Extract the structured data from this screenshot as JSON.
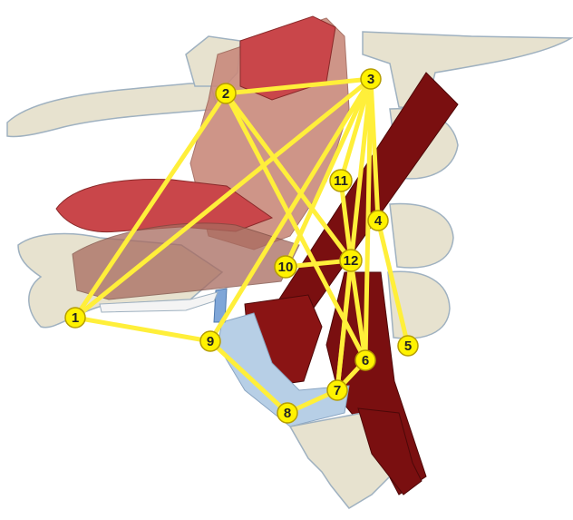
{
  "colors": {
    "bone": "#e7e2cf",
    "bone_edge": "#9fb1c0",
    "muscle": "#b03a3a",
    "muscle_light": "#c98a7c",
    "muscle_dark": "#7a0f10",
    "cartilage": "#b7cfe6",
    "lines": "#ffef3a",
    "node_fill": "#fff200",
    "node_edge": "#b59d00"
  },
  "nodes": [
    {
      "id": "1",
      "label": "1"
    },
    {
      "id": "2",
      "label": "2"
    },
    {
      "id": "3",
      "label": "3"
    },
    {
      "id": "4",
      "label": "4"
    },
    {
      "id": "5",
      "label": "5"
    },
    {
      "id": "6",
      "label": "6"
    },
    {
      "id": "7",
      "label": "7"
    },
    {
      "id": "8",
      "label": "8"
    },
    {
      "id": "9",
      "label": "9"
    },
    {
      "id": "10",
      "label": "10"
    },
    {
      "id": "11",
      "label": "11"
    },
    {
      "id": "12",
      "label": "12"
    }
  ],
  "edges": [
    [
      "1",
      "2"
    ],
    [
      "1",
      "3"
    ],
    [
      "1",
      "9"
    ],
    [
      "2",
      "3"
    ],
    [
      "2",
      "6"
    ],
    [
      "2",
      "12"
    ],
    [
      "3",
      "4"
    ],
    [
      "3",
      "6"
    ],
    [
      "3",
      "7"
    ],
    [
      "3",
      "9"
    ],
    [
      "3",
      "10"
    ],
    [
      "3",
      "11"
    ],
    [
      "4",
      "5"
    ],
    [
      "9",
      "8"
    ],
    [
      "8",
      "7"
    ],
    [
      "7",
      "6"
    ],
    [
      "10",
      "12"
    ],
    [
      "11",
      "12"
    ],
    [
      "12",
      "6"
    ],
    [
      "12",
      "7"
    ]
  ]
}
